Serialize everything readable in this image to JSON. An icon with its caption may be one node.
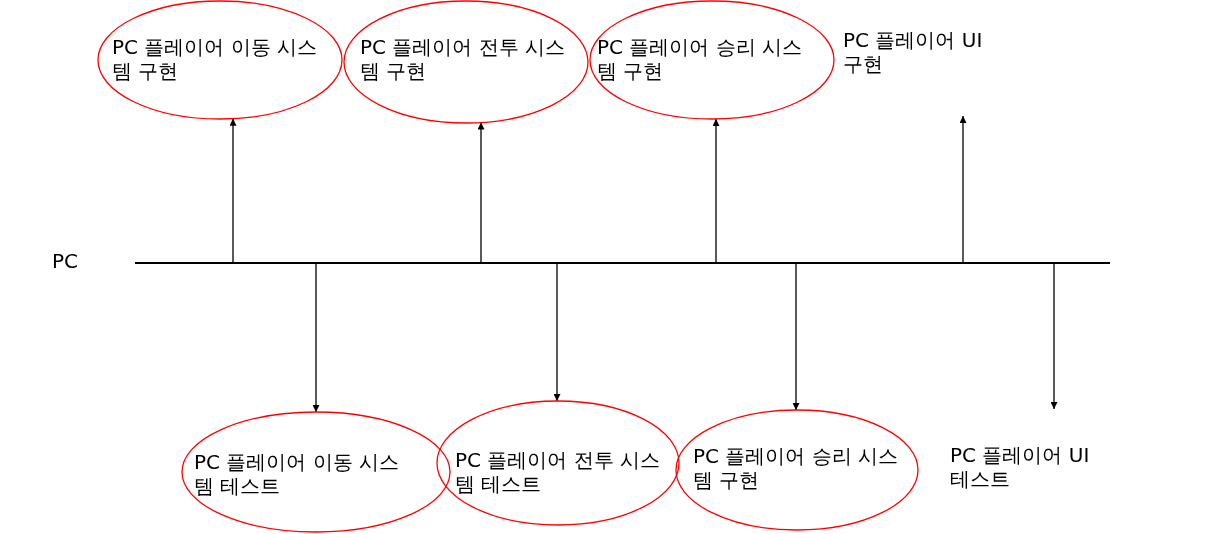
{
  "diagram": {
    "nodes": [
      {
        "text": [],
        "shape": "bar",
        "beside": [
          "PC"
        ]
      },
      {
        "text": [
          "PC 플레이어 이동 시스템 구현"
        ]
      },
      {
        "text": [
          "PC 플레이어 전투 시스템 구현"
        ]
      },
      {
        "text": [
          "PC 플레이어 승리 시스템 구현"
        ]
      },
      {
        "text": [
          "PC 플레이어 UI 구현"
        ]
      },
      {
        "text": [
          "PC 플레이어 이동 시스템 테스트"
        ]
      },
      {
        "text": [
          "PC 플레이어 전투 시스템 테스트"
        ]
      },
      {
        "text": [
          "PC 플레이어 승리 시스템 구현"
        ]
      },
      {
        "text": [
          "PC 플레이어 UI 테스트"
        ]
      }
    ],
    "edges": [
      {
        "from": 0,
        "to": 1,
        "arrow": "to"
      },
      {
        "from": 0,
        "to": 2,
        "arrow": "to"
      },
      {
        "from": 0,
        "to": 3,
        "arrow": "to"
      },
      {
        "from": 0,
        "to": 4,
        "arrow": "to"
      },
      {
        "from": 0,
        "to": 5,
        "arrow": "to"
      },
      {
        "from": 0,
        "to": 6,
        "arrow": "to"
      },
      {
        "from": 0,
        "to": 7,
        "arrow": "to"
      },
      {
        "from": 0,
        "to": 8,
        "arrow": "to"
      }
    ]
  }
}
